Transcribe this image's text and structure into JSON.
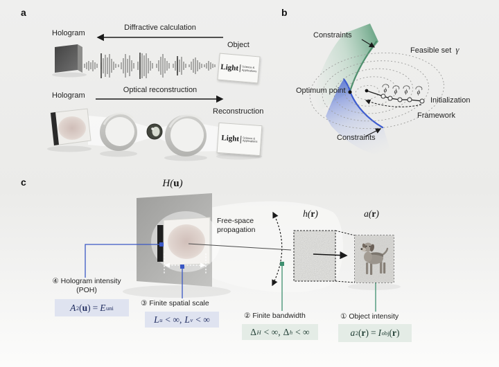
{
  "figure": {
    "panel_a": {
      "label": "a",
      "row1": {
        "left_label": "Hologram",
        "arrow_label": "Diffractive calculation",
        "right_label": "Object"
      },
      "row2": {
        "left_label": "Hologram",
        "arrow_label": "Optical reconstruction",
        "right_label": "Reconstruction"
      },
      "logo": {
        "name": "Light",
        "tag_line1": "Science &",
        "tag_line2": "Applications"
      }
    },
    "panel_b": {
      "label": "b",
      "constraints_top": "Constraints",
      "constraints_bottom": "Constraints",
      "feasible_set_label": "Feasible set",
      "feasible_set_symbol": "γ",
      "optimum_label": "Optimum point",
      "initialization_label": "Initialization",
      "framework_label": "Framework",
      "phi": [
        "ϕ",
        "ϕ",
        "ϕ",
        "ϕ"
      ]
    },
    "panel_c": {
      "label": "c",
      "hologram_plane": {
        "fn": "H",
        "open": "(",
        "arg": "u",
        "close": ")"
      },
      "kernel_plane": {
        "fn": "h",
        "open": "(",
        "arg": "r",
        "close": ")"
      },
      "object_plane": {
        "fn": "a",
        "open": "(",
        "arg": "r",
        "close": ")"
      },
      "free_space_line1": "Free-space",
      "free_space_line2": "propagation",
      "ann4": {
        "title": "④ Hologram intensity",
        "subtitle": "(POH)",
        "f": {
          "v1": "A",
          "sup": "2",
          "o": "(",
          "a": "u",
          "c": ")",
          "eq": "=",
          "v2": "E",
          "sub": "uni"
        }
      },
      "ann3": {
        "title": "③ Finite spatial scale",
        "f": {
          "v1": "L",
          "s1": "u",
          "r1": "< ∞,",
          "v2": "L",
          "s2": "v",
          "r2": "< ∞"
        }
      },
      "ann2": {
        "title": "② Finite bandwidth",
        "f": {
          "v1": "Δ",
          "s1": "H",
          "r1": "< ∞,",
          "v2": "Δ",
          "s2": "h",
          "r2": "< ∞"
        }
      },
      "ann1": {
        "title": "① Object intensity",
        "f": {
          "v1": "a",
          "sup": "2",
          "o1": "(",
          "a1": "r",
          "c1": ")",
          "eq": "=",
          "v2": "I",
          "sub": "obj",
          "o2": "(",
          "a2": "r",
          "c2": ")"
        }
      }
    },
    "colors": {
      "accent_blue": "#3a57c4",
      "accent_green": "#3f8f6f",
      "box_blue": "#dfe3f0",
      "box_green": "#e4ece6",
      "constraint_green_edge": "#4f8f6d",
      "constraint_blue_edge": "#3d5cd0"
    }
  }
}
